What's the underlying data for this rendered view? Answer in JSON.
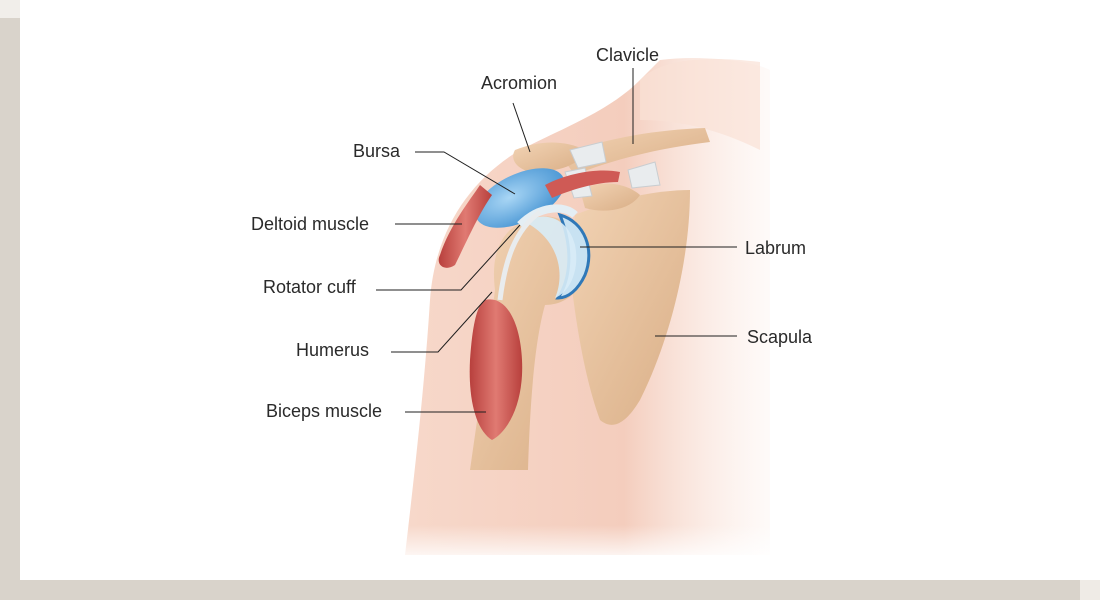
{
  "labels": {
    "clavicle": "Clavicle",
    "acromion": "Acromion",
    "bursa": "Bursa",
    "deltoid": "Deltoid muscle",
    "rotator_cuff": "Rotator cuff",
    "humerus": "Humerus",
    "biceps": "Biceps muscle",
    "labrum": "Labrum",
    "scapula": "Scapula"
  },
  "colors": {
    "skin": "#f6d1c0",
    "bone": "#e6c2a0",
    "muscle": "#cf5a55",
    "bursa": "#6fb3e6",
    "cartilage": "#c8e2f2",
    "ligament": "#e9ecee",
    "frame": "#d9d3cb"
  }
}
